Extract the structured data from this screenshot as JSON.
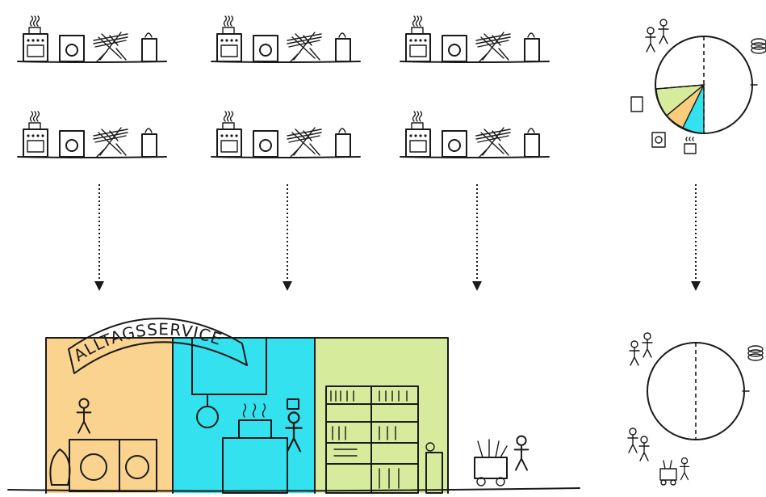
{
  "banner": {
    "label": "ALLTAGSSERVICE"
  },
  "colors": {
    "stove_orange": "#f9cd7b",
    "washer_cyan": "#33e2ee",
    "bag_green": "#d6ec9c",
    "ink": "#1a1a1a"
  },
  "household_appliances": [
    "stove-icon",
    "washing-machine-icon",
    "drying-rack-icon",
    "shopping-bag-icon"
  ],
  "service_sections": [
    "laundry",
    "kitchen",
    "grocery"
  ],
  "pie_before": {
    "segments": [
      "stove",
      "washer",
      "shopping"
    ]
  }
}
